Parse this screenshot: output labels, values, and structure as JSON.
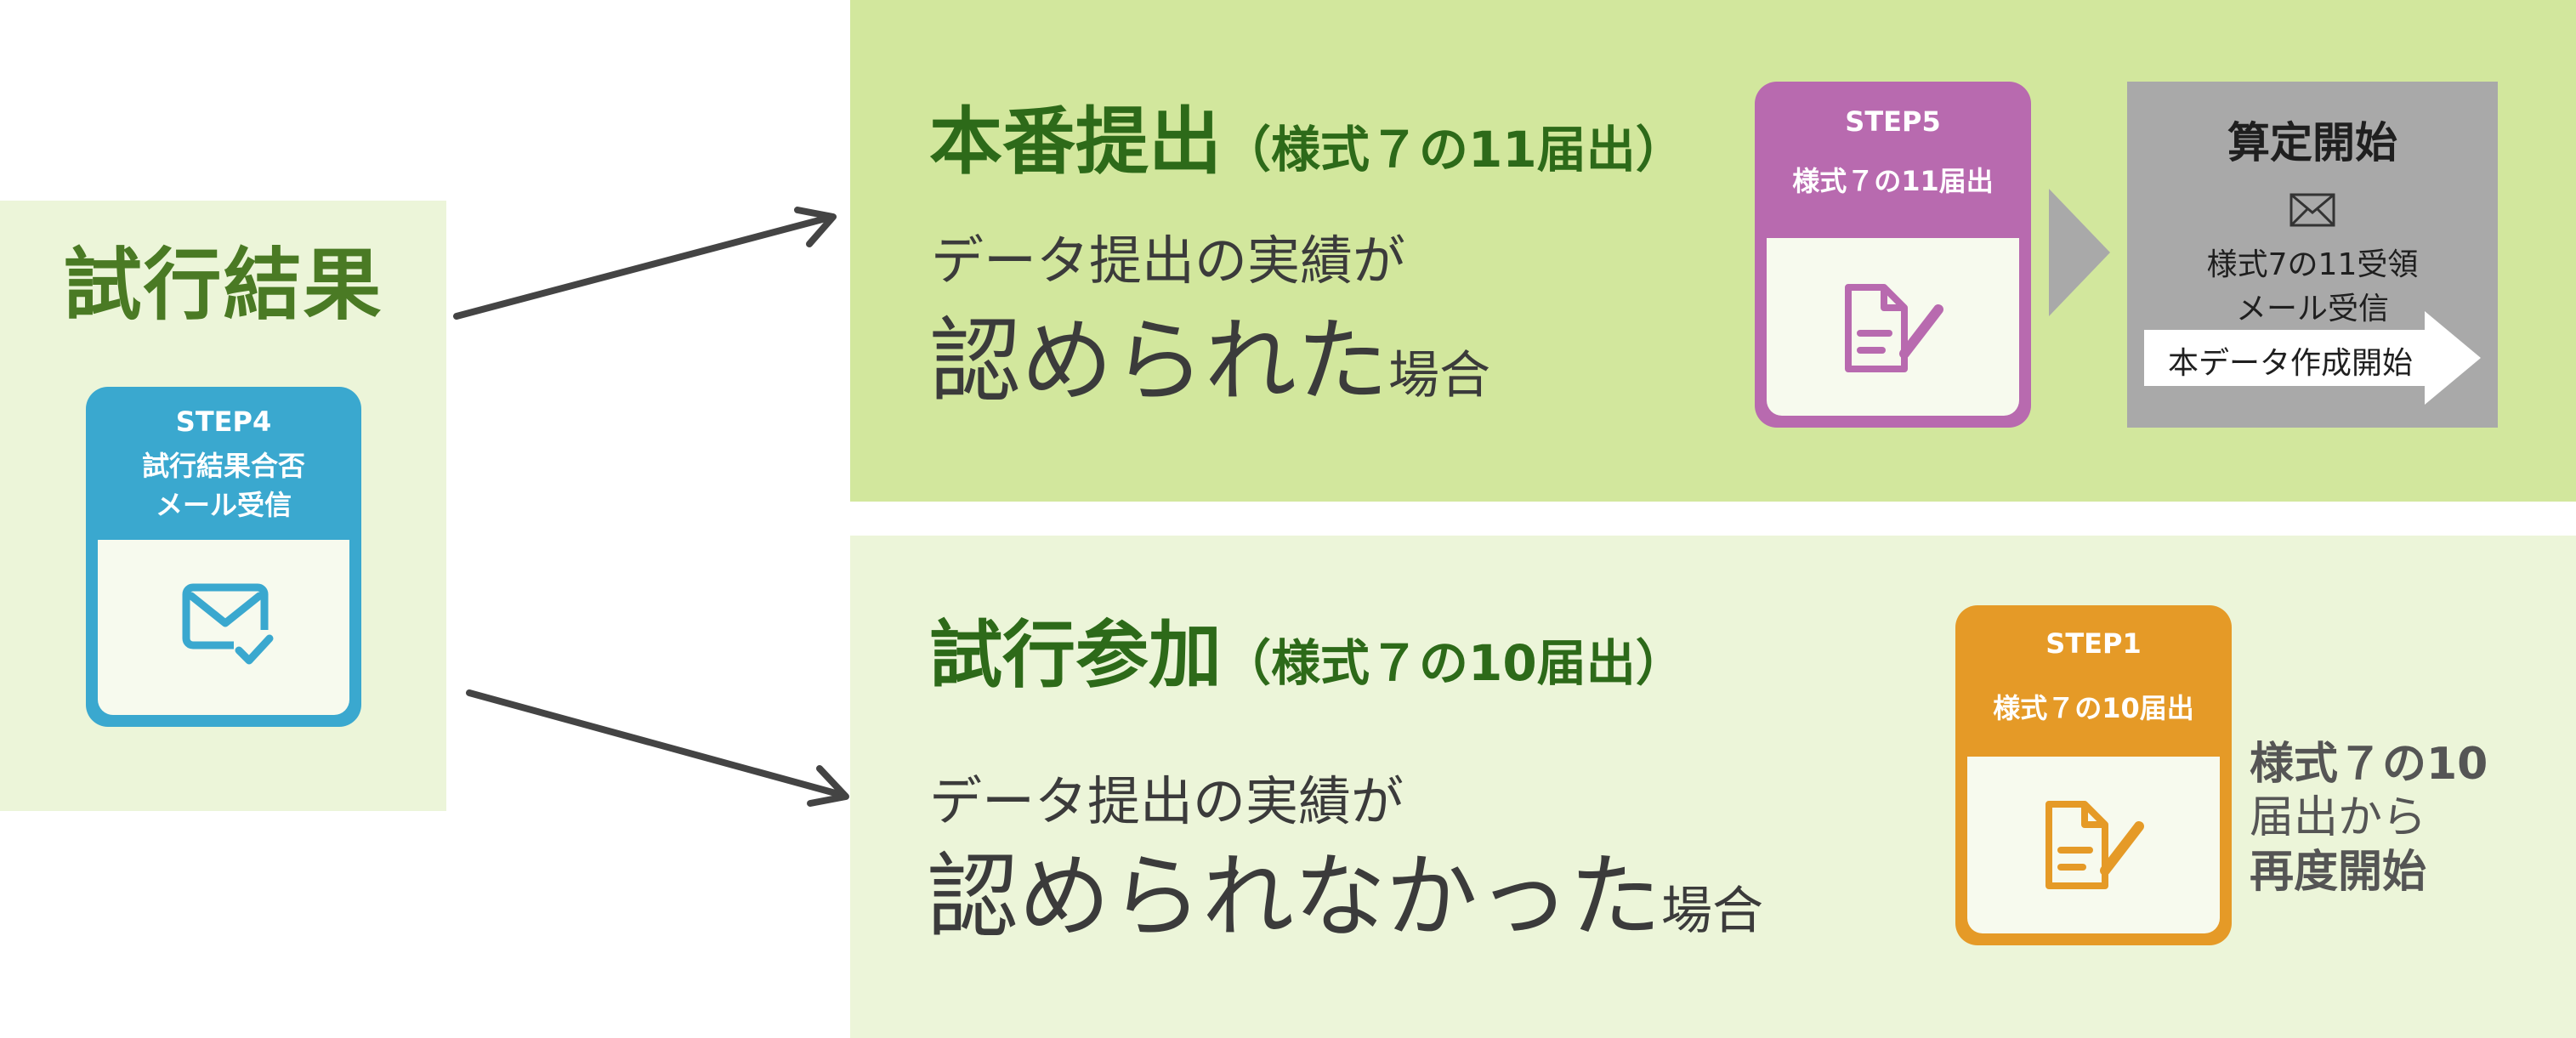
{
  "left": {
    "title": "試行結果",
    "card": {
      "step": "STEP4",
      "line1": "試行結果合否",
      "line2": "メール受信"
    }
  },
  "top": {
    "heading_main": "本番提出",
    "heading_sub": "（様式７の11届出）",
    "desc_line1": "データ提出の実績が",
    "desc_big": "認められた",
    "desc_suffix": "場合",
    "card": {
      "step": "STEP5",
      "line1": "様式７の11届出"
    },
    "calc": {
      "title": "算定開始",
      "line1": "様式7の11受領",
      "line2": "メール受信",
      "arrow_text": "本データ作成開始"
    }
  },
  "bottom": {
    "heading_main": "試行参加",
    "heading_sub": "（様式７の10届出）",
    "desc_line1": "データ提出の実績が",
    "desc_big": "認められなかった",
    "desc_suffix": "場合",
    "card": {
      "step": "STEP1",
      "line1": "様式７の10届出"
    },
    "restart": {
      "line1": "様式７の10",
      "line2": "届出から",
      "line3": "再度開始"
    }
  },
  "colors": {
    "step4": "#3aa8cf",
    "step5": "#b86aaf",
    "step1": "#e59a27",
    "heading_green": "#2d6a19",
    "panel_dark": "#d2e79d",
    "panel_light": "#ecf5d9",
    "calc_gray": "#a9a9a9"
  },
  "icons": {
    "step4": "mail-check-icon",
    "step5": "document-edit-icon",
    "step1": "document-edit-icon",
    "calc": "envelope-icon"
  }
}
